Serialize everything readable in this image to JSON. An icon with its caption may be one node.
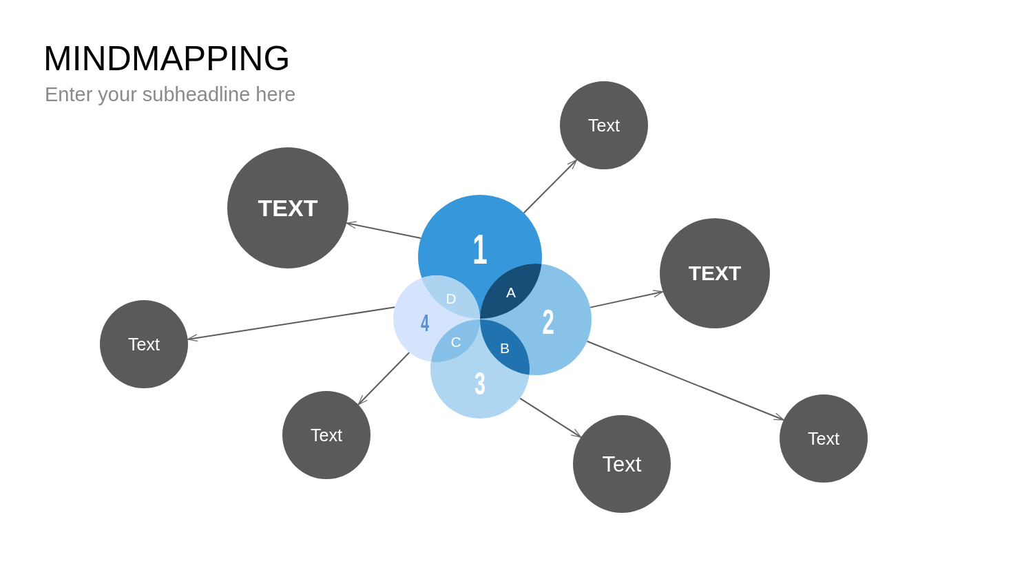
{
  "diagram": {
    "title": "MINDMAPPING",
    "nodes": [
      {
        "text": [
          "1"
        ]
      },
      {
        "text": [
          "2"
        ]
      },
      {
        "text": [
          "3"
        ]
      },
      {
        "text": [
          "4"
        ]
      },
      {
        "text": [
          "A"
        ]
      },
      {
        "text": [
          "B"
        ]
      },
      {
        "text": [
          "C"
        ]
      },
      {
        "text": [
          "D"
        ]
      },
      {
        "text": [
          "Text"
        ]
      },
      {
        "text": [
          "TEXT"
        ]
      },
      {
        "text": [
          "TEXT"
        ]
      },
      {
        "text": [
          "Text"
        ]
      },
      {
        "text": [
          "Text"
        ]
      },
      {
        "text": [
          "Text"
        ]
      },
      {
        "text": [
          "Text"
        ]
      }
    ],
    "edges": [
      {
        "from": 0,
        "to": 8,
        "arrow": "to"
      },
      {
        "from": 0,
        "to": 9,
        "arrow": "to"
      },
      {
        "from": 1,
        "to": 10,
        "arrow": "to"
      },
      {
        "from": 3,
        "to": 11,
        "arrow": "to"
      },
      {
        "from": 3,
        "to": 12,
        "arrow": "to"
      },
      {
        "from": 2,
        "to": 13,
        "arrow": "to"
      },
      {
        "from": 1,
        "to": 14,
        "arrow": "to"
      }
    ],
    "labels": [
      "Enter your subheadline here"
    ]
  }
}
